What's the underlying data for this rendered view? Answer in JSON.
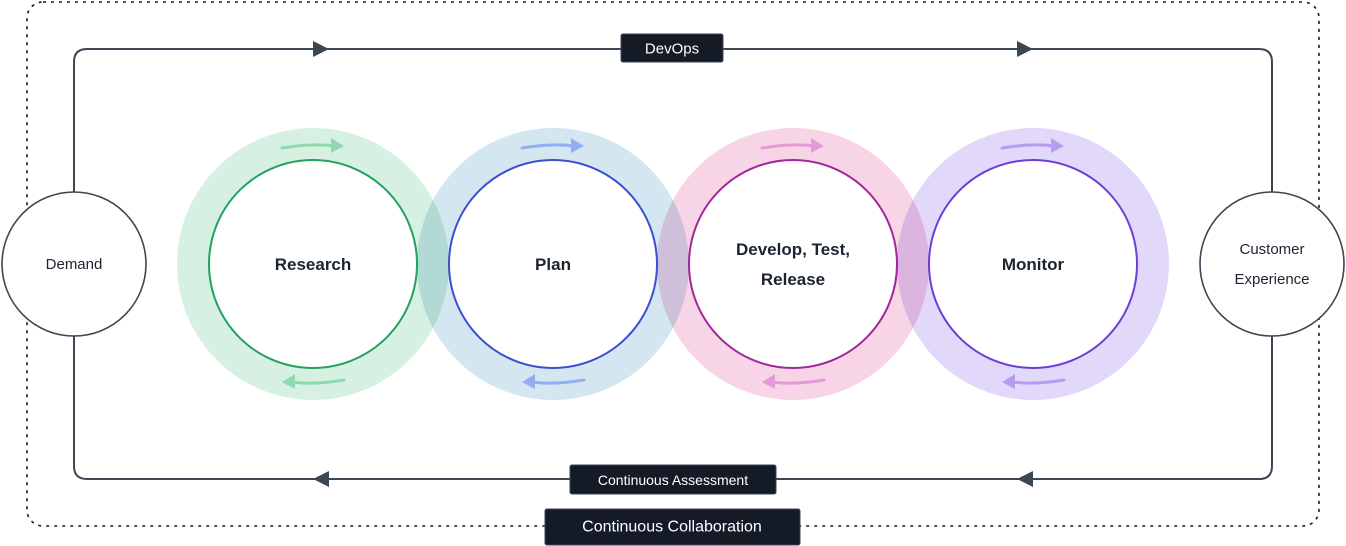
{
  "diagram": {
    "top_label": "DevOps",
    "bottom_label": "Continuous Assessment",
    "outer_label": "Continuous Collaboration",
    "start_node": {
      "lines": [
        "Demand"
      ]
    },
    "end_node": {
      "lines": [
        "Customer",
        "Experience"
      ]
    },
    "stages": [
      {
        "lines": [
          "Research"
        ],
        "ring_color": "#22a262",
        "halo_color": "#c6ecd6",
        "arrow_color": "#8fd8b0"
      },
      {
        "lines": [
          "Plan"
        ],
        "ring_color": "#3b4fd0",
        "halo_color": "#c4dcea",
        "arrow_color": "#93aef0"
      },
      {
        "lines": [
          "Develop, Test,",
          "Release"
        ],
        "ring_color": "#a3269c",
        "halo_color": "#f5c5dd",
        "arrow_color": "#e39ad6"
      },
      {
        "lines": [
          "Monitor"
        ],
        "ring_color": "#6b3fd6",
        "halo_color": "#d7c9f6",
        "arrow_color": "#b79cf2"
      }
    ],
    "line_color": "#3d4653",
    "tag_color": "#141b26"
  }
}
